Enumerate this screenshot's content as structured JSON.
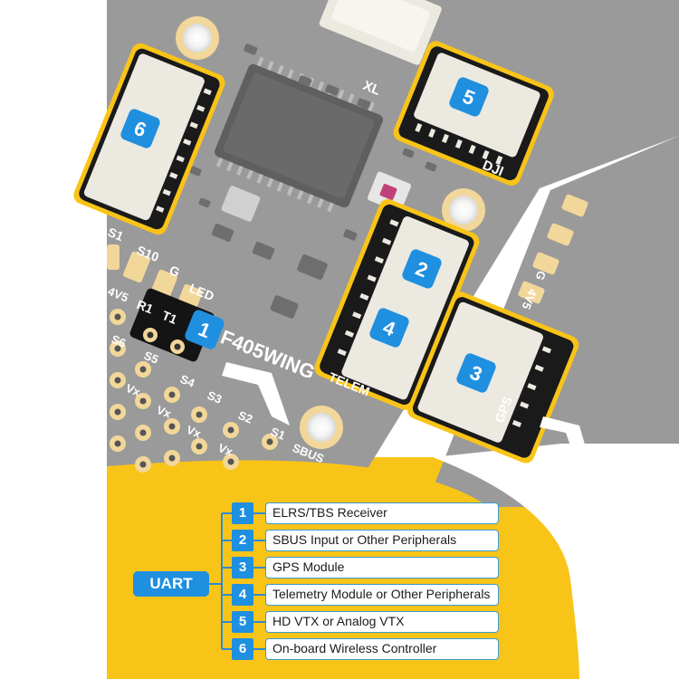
{
  "board": {
    "model_label": "F405WING",
    "silkscreen": {
      "r1": "R1",
      "t1": "T1",
      "led": "LED",
      "g": "G",
      "s10": "S10",
      "s11": "S1",
      "s6": "S6",
      "s5": "S5",
      "s4": "S4",
      "s3": "S3",
      "s2": "S2",
      "s1": "S1",
      "vx": "Vx",
      "sbus": "SBUS",
      "v5": "4V5",
      "xl": "XL"
    },
    "connectors": [
      {
        "number": "1"
      },
      {
        "number": "2",
        "label": "TELEM"
      },
      {
        "number": "3",
        "label": "GPS"
      },
      {
        "number": "4"
      },
      {
        "number": "5",
        "label": "DJI"
      },
      {
        "number": "6"
      }
    ]
  },
  "legend": {
    "group_label": "UART",
    "items": [
      {
        "number": "1",
        "text": "ELRS/TBS Receiver"
      },
      {
        "number": "2",
        "text": "SBUS Input or Other Peripherals"
      },
      {
        "number": "3",
        "text": "GPS Module"
      },
      {
        "number": "4",
        "text": "Telemetry Module or Other Peripherals"
      },
      {
        "number": "5",
        "text": "HD VTX or Analog VTX"
      },
      {
        "number": "6",
        "text": "On-board Wireless Controller"
      }
    ]
  },
  "colors": {
    "board": "#9a9a9a",
    "board_dark": "#7f7f7f",
    "accent_yellow": "#f9c418",
    "badge_blue": "#1f8fe0",
    "connector_body": "#ece9e1",
    "pad_gold": "#f2d79a"
  }
}
